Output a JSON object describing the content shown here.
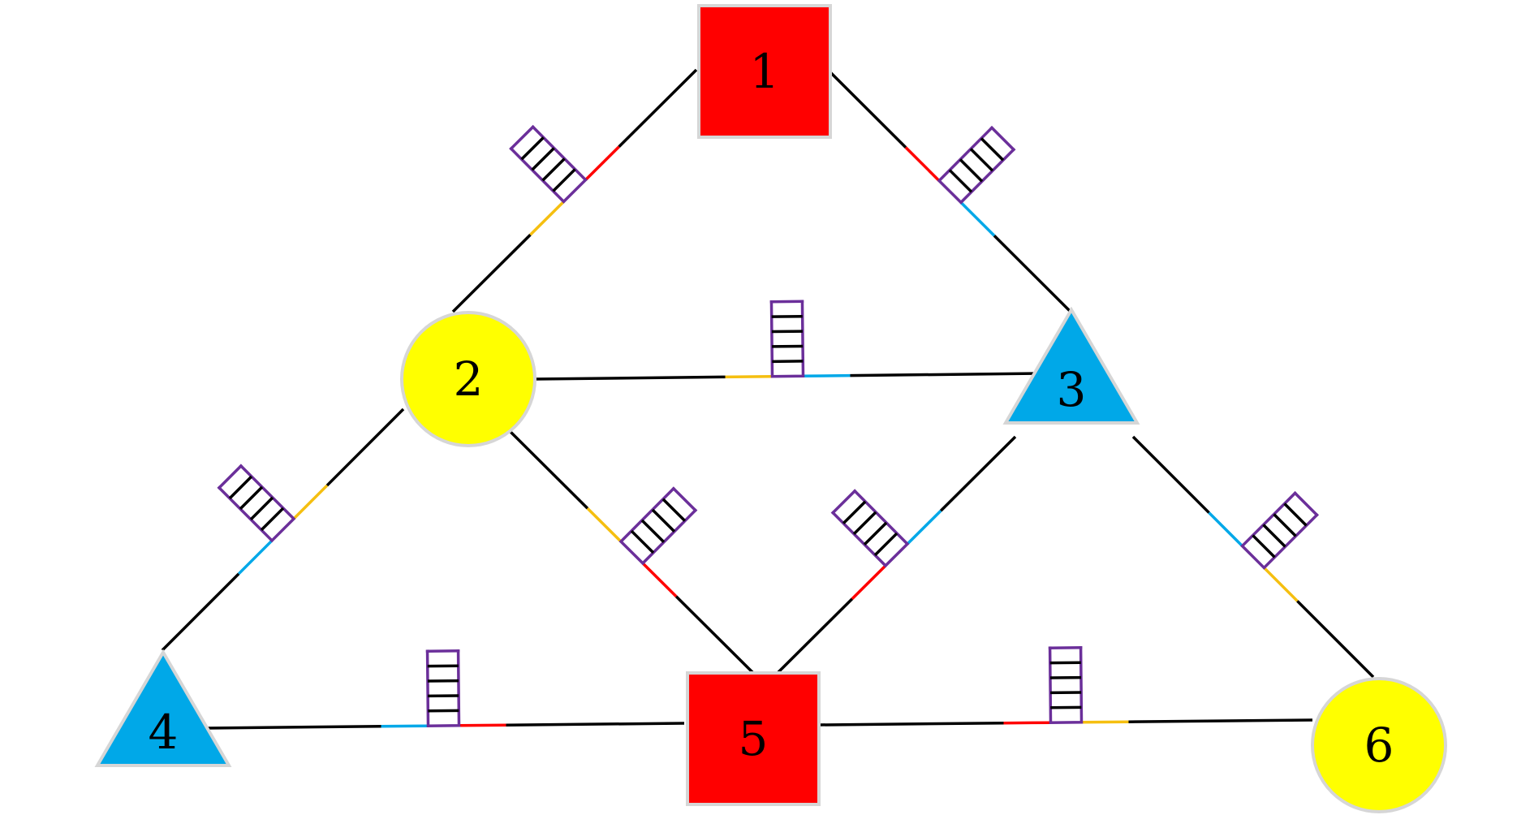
{
  "colors": {
    "red": "#ff0000",
    "yellow": "#ffff00",
    "blue": "#00a8e8",
    "segment_yellow": "#f5bf10",
    "ladder": "#6b2f9a",
    "edge": "#000000"
  },
  "nodes": [
    {
      "id": "1",
      "label": "1",
      "shape": "square",
      "color": "red"
    },
    {
      "id": "2",
      "label": "2",
      "shape": "circle",
      "color": "yellow"
    },
    {
      "id": "3",
      "label": "3",
      "shape": "triangle",
      "color": "blue"
    },
    {
      "id": "4",
      "label": "4",
      "shape": "triangle",
      "color": "blue"
    },
    {
      "id": "5",
      "label": "5",
      "shape": "square",
      "color": "red"
    },
    {
      "id": "6",
      "label": "6",
      "shape": "circle",
      "color": "yellow"
    }
  ],
  "edges": [
    {
      "from": "1",
      "to": "2",
      "from_color": "red",
      "to_color": "yellow"
    },
    {
      "from": "1",
      "to": "3",
      "from_color": "red",
      "to_color": "blue"
    },
    {
      "from": "2",
      "to": "3",
      "from_color": "yellow",
      "to_color": "blue"
    },
    {
      "from": "2",
      "to": "4",
      "from_color": "yellow",
      "to_color": "blue"
    },
    {
      "from": "2",
      "to": "5",
      "from_color": "yellow",
      "to_color": "red"
    },
    {
      "from": "3",
      "to": "5",
      "from_color": "blue",
      "to_color": "red"
    },
    {
      "from": "3",
      "to": "6",
      "from_color": "blue",
      "to_color": "yellow"
    },
    {
      "from": "4",
      "to": "5",
      "from_color": "blue",
      "to_color": "red"
    },
    {
      "from": "5",
      "to": "6",
      "from_color": "red",
      "to_color": "yellow"
    }
  ]
}
